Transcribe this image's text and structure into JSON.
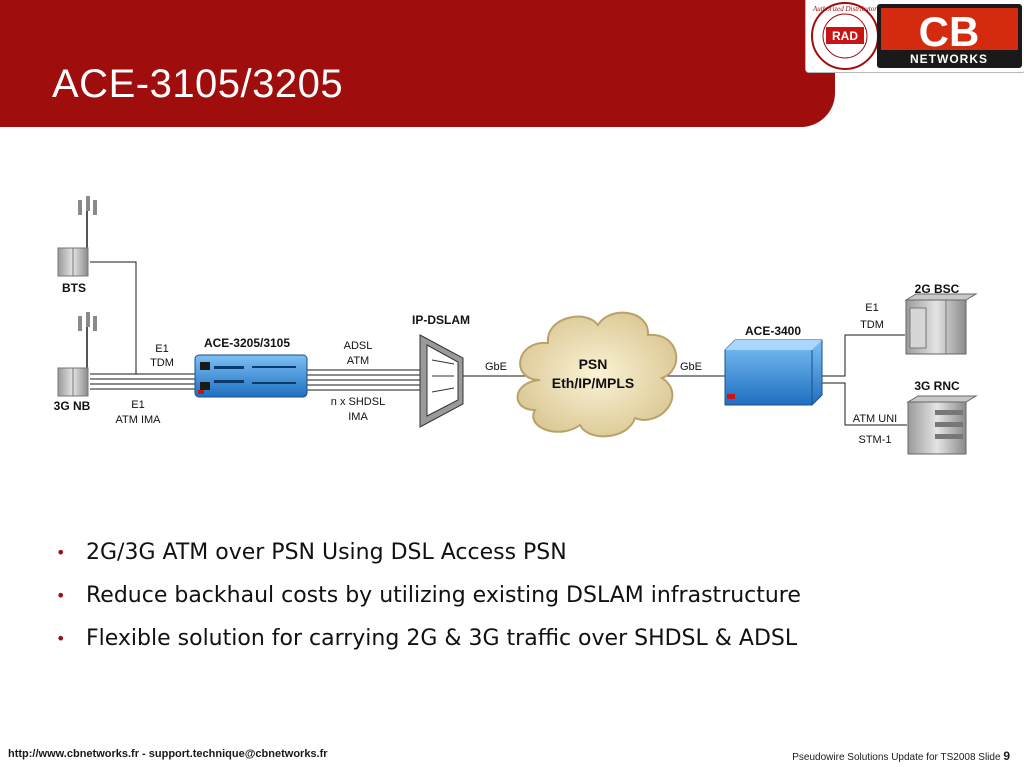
{
  "slide": {
    "title": "ACE-3105/3205"
  },
  "logo": {
    "rad": "RAD",
    "ring_text": "Authorized Distributor",
    "cb": "CB",
    "networks": "NETWORKS"
  },
  "diagram": {
    "bts": "BTS",
    "nb3g": "3G NB",
    "ace3205": "ACE-3205/3105",
    "e1_tdm": [
      "E1",
      "TDM"
    ],
    "e1_atm": [
      "E1",
      "ATM IMA"
    ],
    "adsl": [
      "ADSL",
      "ATM"
    ],
    "shdsl": [
      "n x SHDSL",
      "IMA"
    ],
    "ipdslam": "IP-DSLAM",
    "gbe_left": "GbE",
    "psn": [
      "PSN",
      "Eth/IP/MPLS"
    ],
    "gbe_right": "GbE",
    "ace3400": "ACE-3400",
    "bsc2g": "2G BSC",
    "rnc3g": "3G RNC",
    "e1_tdm_right": [
      "E1",
      "TDM"
    ],
    "atm_uni": "ATM UNI",
    "stm1": "STM-1"
  },
  "bullets": [
    "2G/3G ATM over PSN Using DSL Access PSN",
    "Reduce backhaul costs by utilizing existing DSLAM infrastructure",
    "Flexible solution for carrying 2G & 3G traffic over SHDSL & ADSL"
  ],
  "footer": {
    "left": "http://www.cbnetworks.fr - support.technique@cbnetworks.fr",
    "right": "Pseudowire Solutions Update for TS2008  Slide ",
    "slide_number": "9"
  },
  "colors": {
    "brand_red": "#a00d0d",
    "device_blue": "#2a86d6",
    "cloud": "#e8d9a8"
  }
}
